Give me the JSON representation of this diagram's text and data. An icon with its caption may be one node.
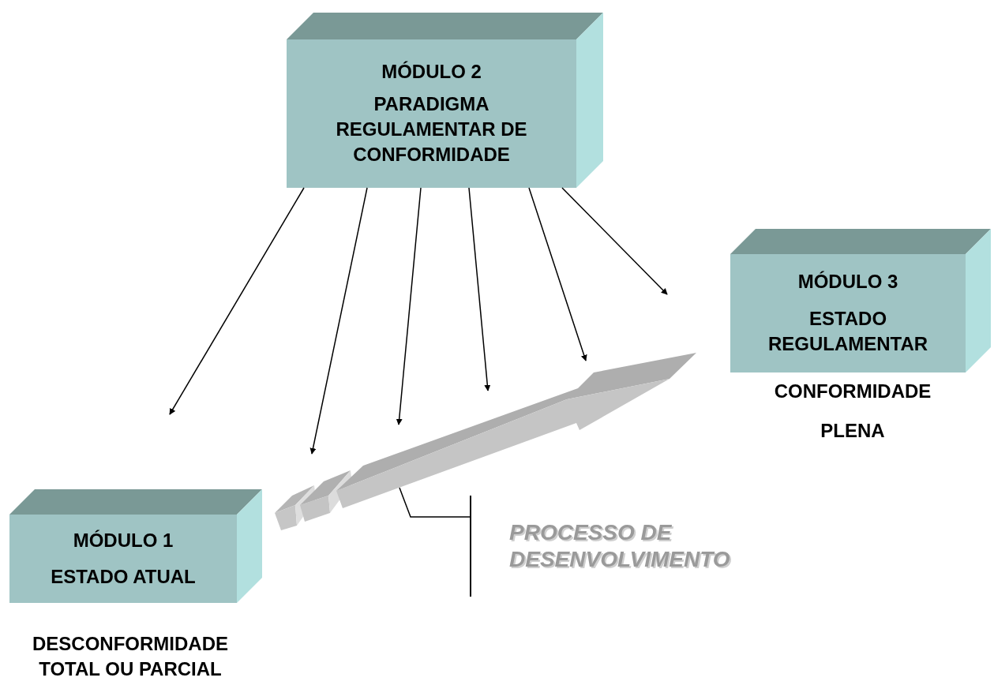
{
  "diagram": {
    "nodes": [
      {
        "text": [
          "MÓDULO 2",
          "PARADIGMA REGULAMENTAR DE CONFORMIDADE"
        ]
      },
      {
        "text": [
          "MÓDULO 3",
          "ESTADO REGULAMENTAR"
        ],
        "beside": [
          "CONFORMIDADE",
          "PLENA"
        ]
      },
      {
        "text": [
          "MÓDULO 1",
          "ESTADO ATUAL"
        ],
        "beside": [
          "DESCONFORMIDADE TOTAL OU PARCIAL"
        ]
      },
      {
        "text": [],
        "shape": "picture"
      },
      {
        "text": [
          "PROCESSO DE DESENVOLVIMENTO"
        ]
      }
    ],
    "edges": [
      {
        "from": 0,
        "to": null,
        "arrow": "to"
      },
      {
        "from": 0,
        "to": 3,
        "arrow": "to"
      },
      {
        "from": 0,
        "to": 3,
        "arrow": "to"
      },
      {
        "from": 0,
        "to": 3,
        "arrow": "to"
      },
      {
        "from": 0,
        "to": 3,
        "arrow": "to"
      },
      {
        "from": 0,
        "to": null,
        "arrow": "to"
      },
      {
        "from": 4,
        "to": 3,
        "arrow": "none"
      }
    ]
  }
}
